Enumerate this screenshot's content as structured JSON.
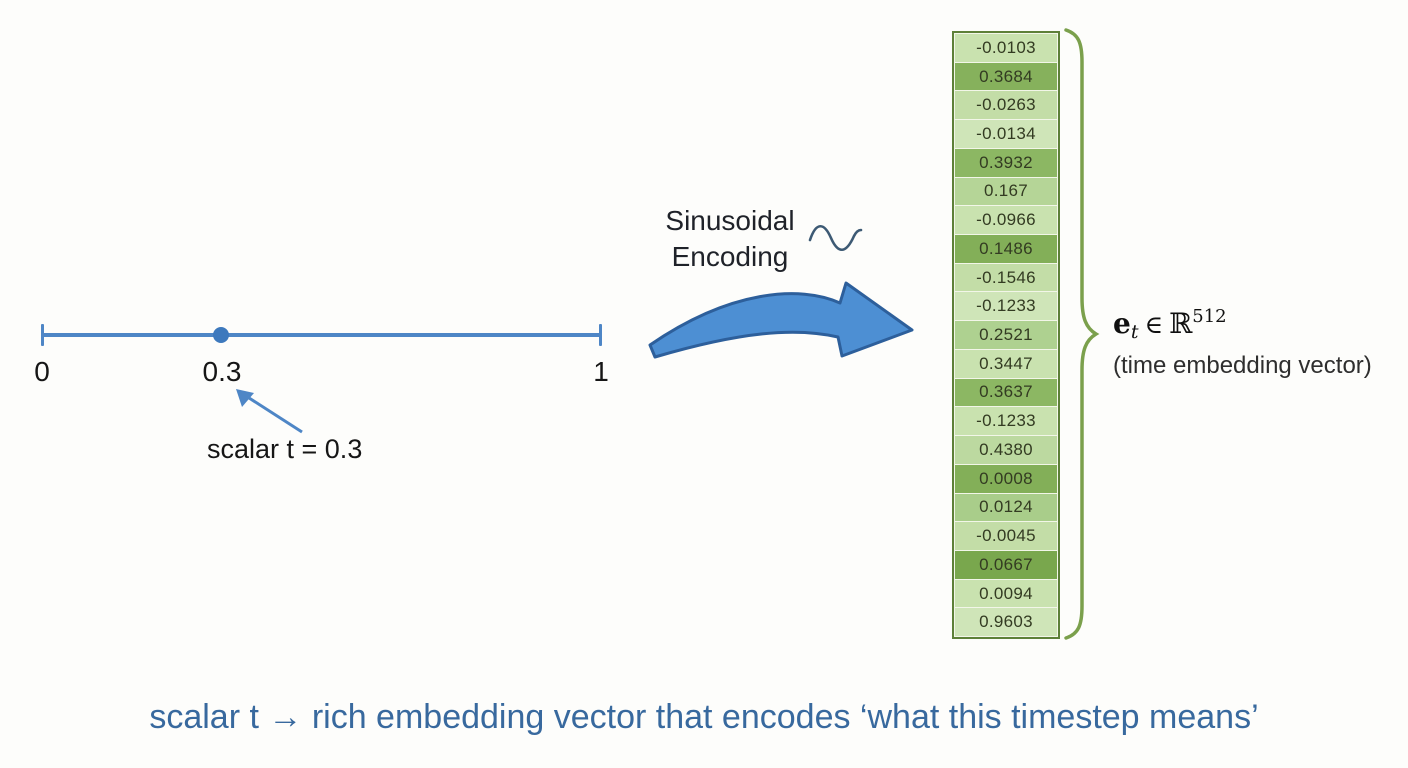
{
  "colors": {
    "background": "#fdfdfb",
    "line_blue": "#4e86c6",
    "point_blue": "#3d79bd",
    "arrow_fill": "#4d8fd3",
    "arrow_stroke": "#2d5f9b",
    "sine_stroke": "#3d5a74",
    "vector_border": "#5d8038",
    "brace": "#7ba04c",
    "cell_text": "#333b22",
    "footer_text": "#38699e",
    "label_text": "#161616"
  },
  "number_line": {
    "label_start": "0",
    "label_point": "0.3",
    "label_end": "1",
    "annotation": "scalar t = 0.3"
  },
  "encoding": {
    "line1": "Sinusoidal",
    "line2": "Encoding"
  },
  "vector": {
    "cells": [
      {
        "value": "-0.0103",
        "bg": "#c9e2af"
      },
      {
        "value": "0.3684",
        "bg": "#86b15c"
      },
      {
        "value": "-0.0263",
        "bg": "#c3dda7"
      },
      {
        "value": "-0.0134",
        "bg": "#cfe5b8"
      },
      {
        "value": "0.3932",
        "bg": "#8cb763"
      },
      {
        "value": "0.167",
        "bg": "#b5d597"
      },
      {
        "value": "-0.0966",
        "bg": "#c9e2af"
      },
      {
        "value": "0.1486",
        "bg": "#83af58"
      },
      {
        "value": "-0.1546",
        "bg": "#c3dda7"
      },
      {
        "value": "-0.1233",
        "bg": "#cfe5b8"
      },
      {
        "value": "0.2521",
        "bg": "#aed190"
      },
      {
        "value": "0.3447",
        "bg": "#c9e2af"
      },
      {
        "value": "0.3637",
        "bg": "#8cb763"
      },
      {
        "value": "-0.1233",
        "bg": "#c9e2af"
      },
      {
        "value": "0.4380",
        "bg": "#bcd9a0"
      },
      {
        "value": "0.0008",
        "bg": "#83af58"
      },
      {
        "value": "0.0124",
        "bg": "#a9cd8a"
      },
      {
        "value": "-0.0045",
        "bg": "#c3dda7"
      },
      {
        "value": "0.0667",
        "bg": "#79a74d"
      },
      {
        "value": "0.0094",
        "bg": "#c9e2af"
      },
      {
        "value": "0.9603",
        "bg": "#cfe5b8"
      }
    ]
  },
  "embedding": {
    "symbol": "e",
    "subscript": "t",
    "element_of": "∈",
    "set": "ℝ",
    "superscript": "512",
    "caption": "(time embedding vector)"
  },
  "footer": {
    "text": "scalar t → rich embedding vector that encodes ‘what this timestep means’"
  }
}
